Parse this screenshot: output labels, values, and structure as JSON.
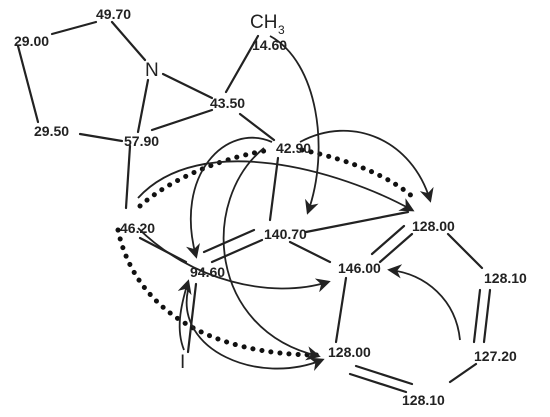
{
  "atoms": {
    "nitrogen": "N",
    "methyl": "CH",
    "methyl_sub": "3",
    "iodine": "I"
  },
  "shifts": {
    "c_49_70": "49.70",
    "c_29_00": "29.00",
    "c_29_50": "29.50",
    "c_57_90": "57.90",
    "c_43_50": "43.50",
    "c_14_60": "14.60",
    "c_42_90": "42.90",
    "c_46_20": "46.20",
    "c_140_70": "140.70",
    "c_94_60": "94.60",
    "c_146_00": "146.00",
    "c_128_00_top": "128.00",
    "c_128_10_right": "128.10",
    "c_127_20": "127.20",
    "c_128_00_bottom": "128.00",
    "c_128_10_bottom": "128.10"
  }
}
